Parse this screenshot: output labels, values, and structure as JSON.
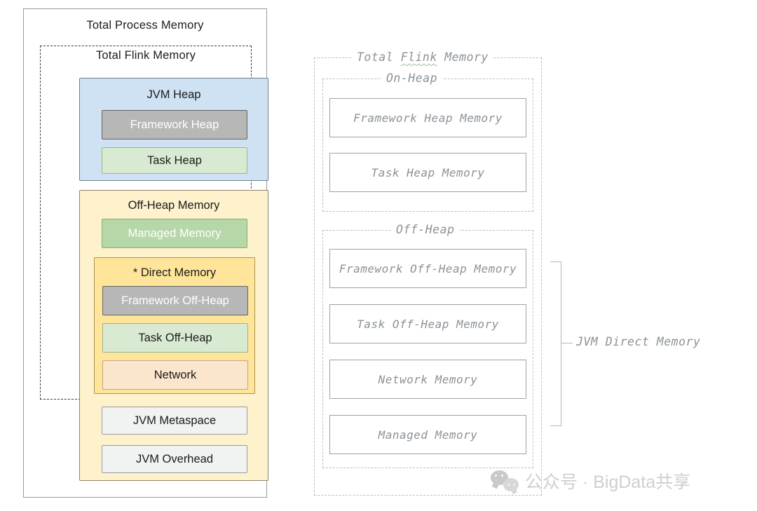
{
  "left_panel": {
    "outer_title": "Total Process Memory",
    "flink_title": "Total Flink Memory",
    "jvm_heap": {
      "title": "JVM Heap",
      "framework_heap": "Framework Heap",
      "task_heap": "Task Heap"
    },
    "off_heap": {
      "title": "Off-Heap Memory",
      "managed_memory": "Managed Memory",
      "direct_memory": {
        "title": "* Direct Memory",
        "framework_off_heap": "Framework Off-Heap",
        "task_off_heap": "Task Off-Heap",
        "network": "Network"
      },
      "jvm_metaspace": "JVM Metaspace",
      "jvm_overhead": "JVM Overhead"
    }
  },
  "right_panel": {
    "flink_label_prefix": "Total ",
    "flink_label_spell": "Flink",
    "flink_label_suffix": " Memory",
    "on_heap_label": "On-Heap",
    "off_heap_label": "Off-Heap",
    "framework_heap_memory": "Framework Heap Memory",
    "task_heap_memory": "Task Heap Memory",
    "framework_off_heap_memory": "Framework Off-Heap Memory",
    "task_off_heap_memory": "Task Off-Heap Memory",
    "network_memory": "Network Memory",
    "managed_memory": "Managed Memory",
    "jvm_direct_memory": "JVM Direct Memory"
  },
  "watermark": {
    "text": "公众号 · BigData共享",
    "icon": "wechat-icon"
  },
  "colors": {
    "jvm_heap_bg": "#cfe2f3",
    "framework_bg": "#b7b7b7",
    "task_bg": "#d9ead3",
    "off_heap_bg": "#fdf2cc",
    "managed_bg": "#b6d7a8",
    "direct_bg": "#ffe599",
    "network_bg": "#fce5cd",
    "jvm_sys_bg": "#f1f2f2",
    "ascii_line": "#9aa2a7",
    "ascii_text": "#8b9298",
    "spellcheck_underline": "#9bbf8e"
  }
}
